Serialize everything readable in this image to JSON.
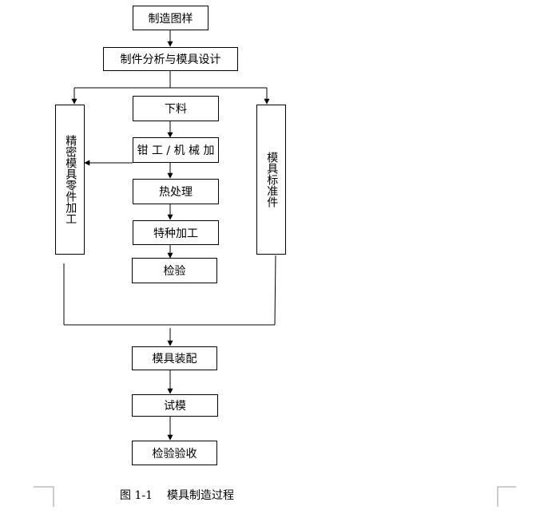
{
  "nodes": {
    "drawing": "制造图样",
    "analysis": "制件分析与模具设计",
    "blanking": "下料",
    "fitter_machining": "钳 工 / 机 械 加",
    "heat_treatment": "热处理",
    "special_machining": "特种加工",
    "inspection": "检验",
    "precision_parts": "精密模具零件加工",
    "standard_parts": "模具标准件",
    "assembly": "模具装配",
    "trial": "试模",
    "acceptance": "检验验收"
  },
  "caption": {
    "number": "图 1-1",
    "title": "模具制造过程"
  },
  "colors": {
    "line": "#000000",
    "border": "#000000",
    "background": "#ffffff",
    "corner_marks": "#999999"
  }
}
